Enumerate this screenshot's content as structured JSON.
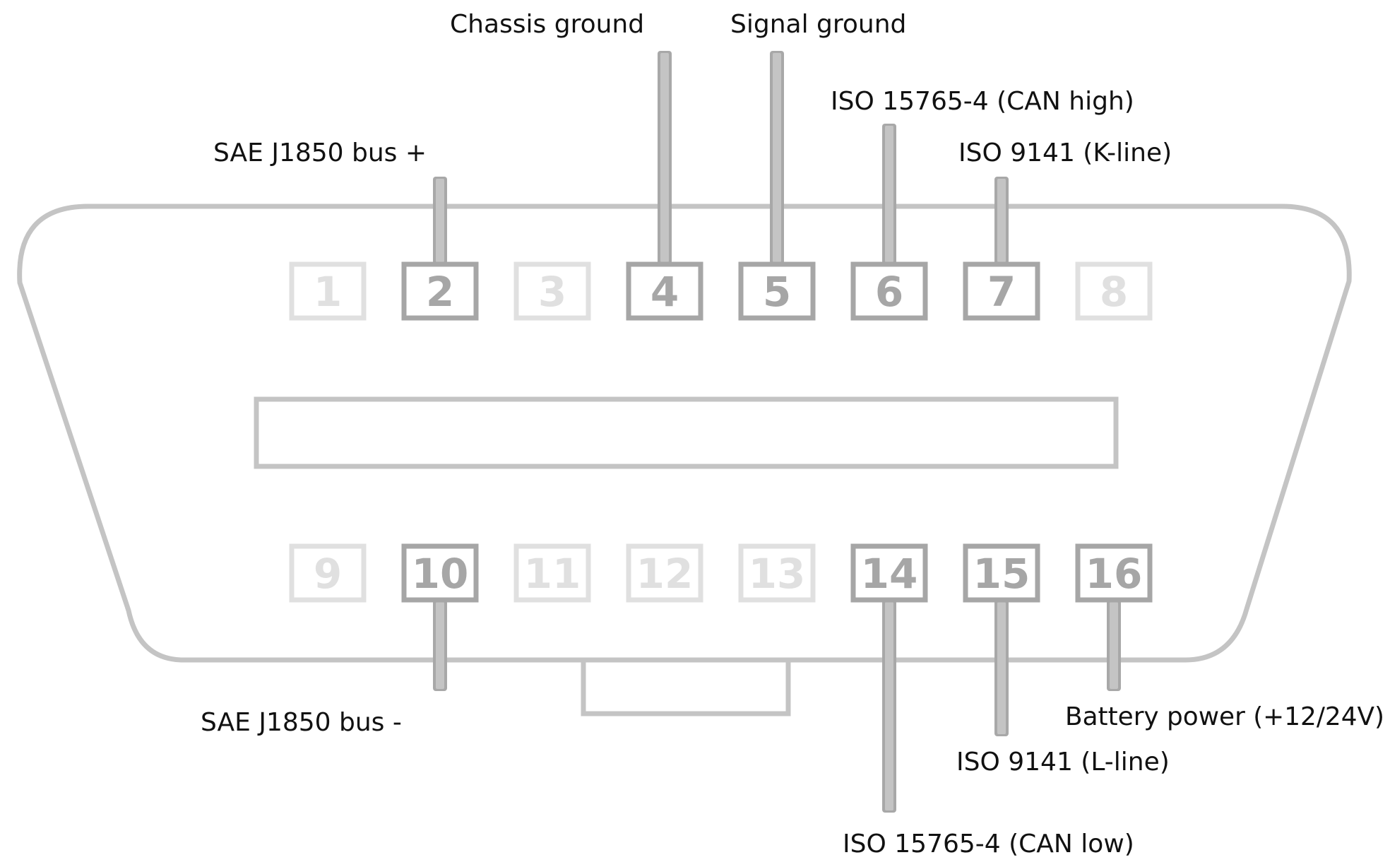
{
  "colors": {
    "outline": "#c4c4c4",
    "lead": "#c4c4c4",
    "lead_edge": "#a8a8a8",
    "pin_active": "#a6a6a6",
    "pin_inactive": "#e0e0e0",
    "label": "#111111",
    "background": "#ffffff"
  },
  "pins": [
    {
      "number": "1",
      "active": false,
      "label": ""
    },
    {
      "number": "2",
      "active": true,
      "label": "SAE J1850 bus +"
    },
    {
      "number": "3",
      "active": false,
      "label": ""
    },
    {
      "number": "4",
      "active": true,
      "label": "Chassis ground"
    },
    {
      "number": "5",
      "active": true,
      "label": "Signal ground"
    },
    {
      "number": "6",
      "active": true,
      "label": "ISO 15765-4 (CAN high)"
    },
    {
      "number": "7",
      "active": true,
      "label": "ISO 9141 (K-line)"
    },
    {
      "number": "8",
      "active": false,
      "label": ""
    },
    {
      "number": "9",
      "active": false,
      "label": ""
    },
    {
      "number": "10",
      "active": true,
      "label": "SAE J1850 bus -"
    },
    {
      "number": "11",
      "active": false,
      "label": ""
    },
    {
      "number": "12",
      "active": false,
      "label": ""
    },
    {
      "number": "13",
      "active": false,
      "label": ""
    },
    {
      "number": "14",
      "active": true,
      "label": "ISO 15765-4 (CAN low)"
    },
    {
      "number": "15",
      "active": true,
      "label": "ISO 9141 (L-line)"
    },
    {
      "number": "16",
      "active": true,
      "label": "Battery power (+12/24V)"
    }
  ]
}
